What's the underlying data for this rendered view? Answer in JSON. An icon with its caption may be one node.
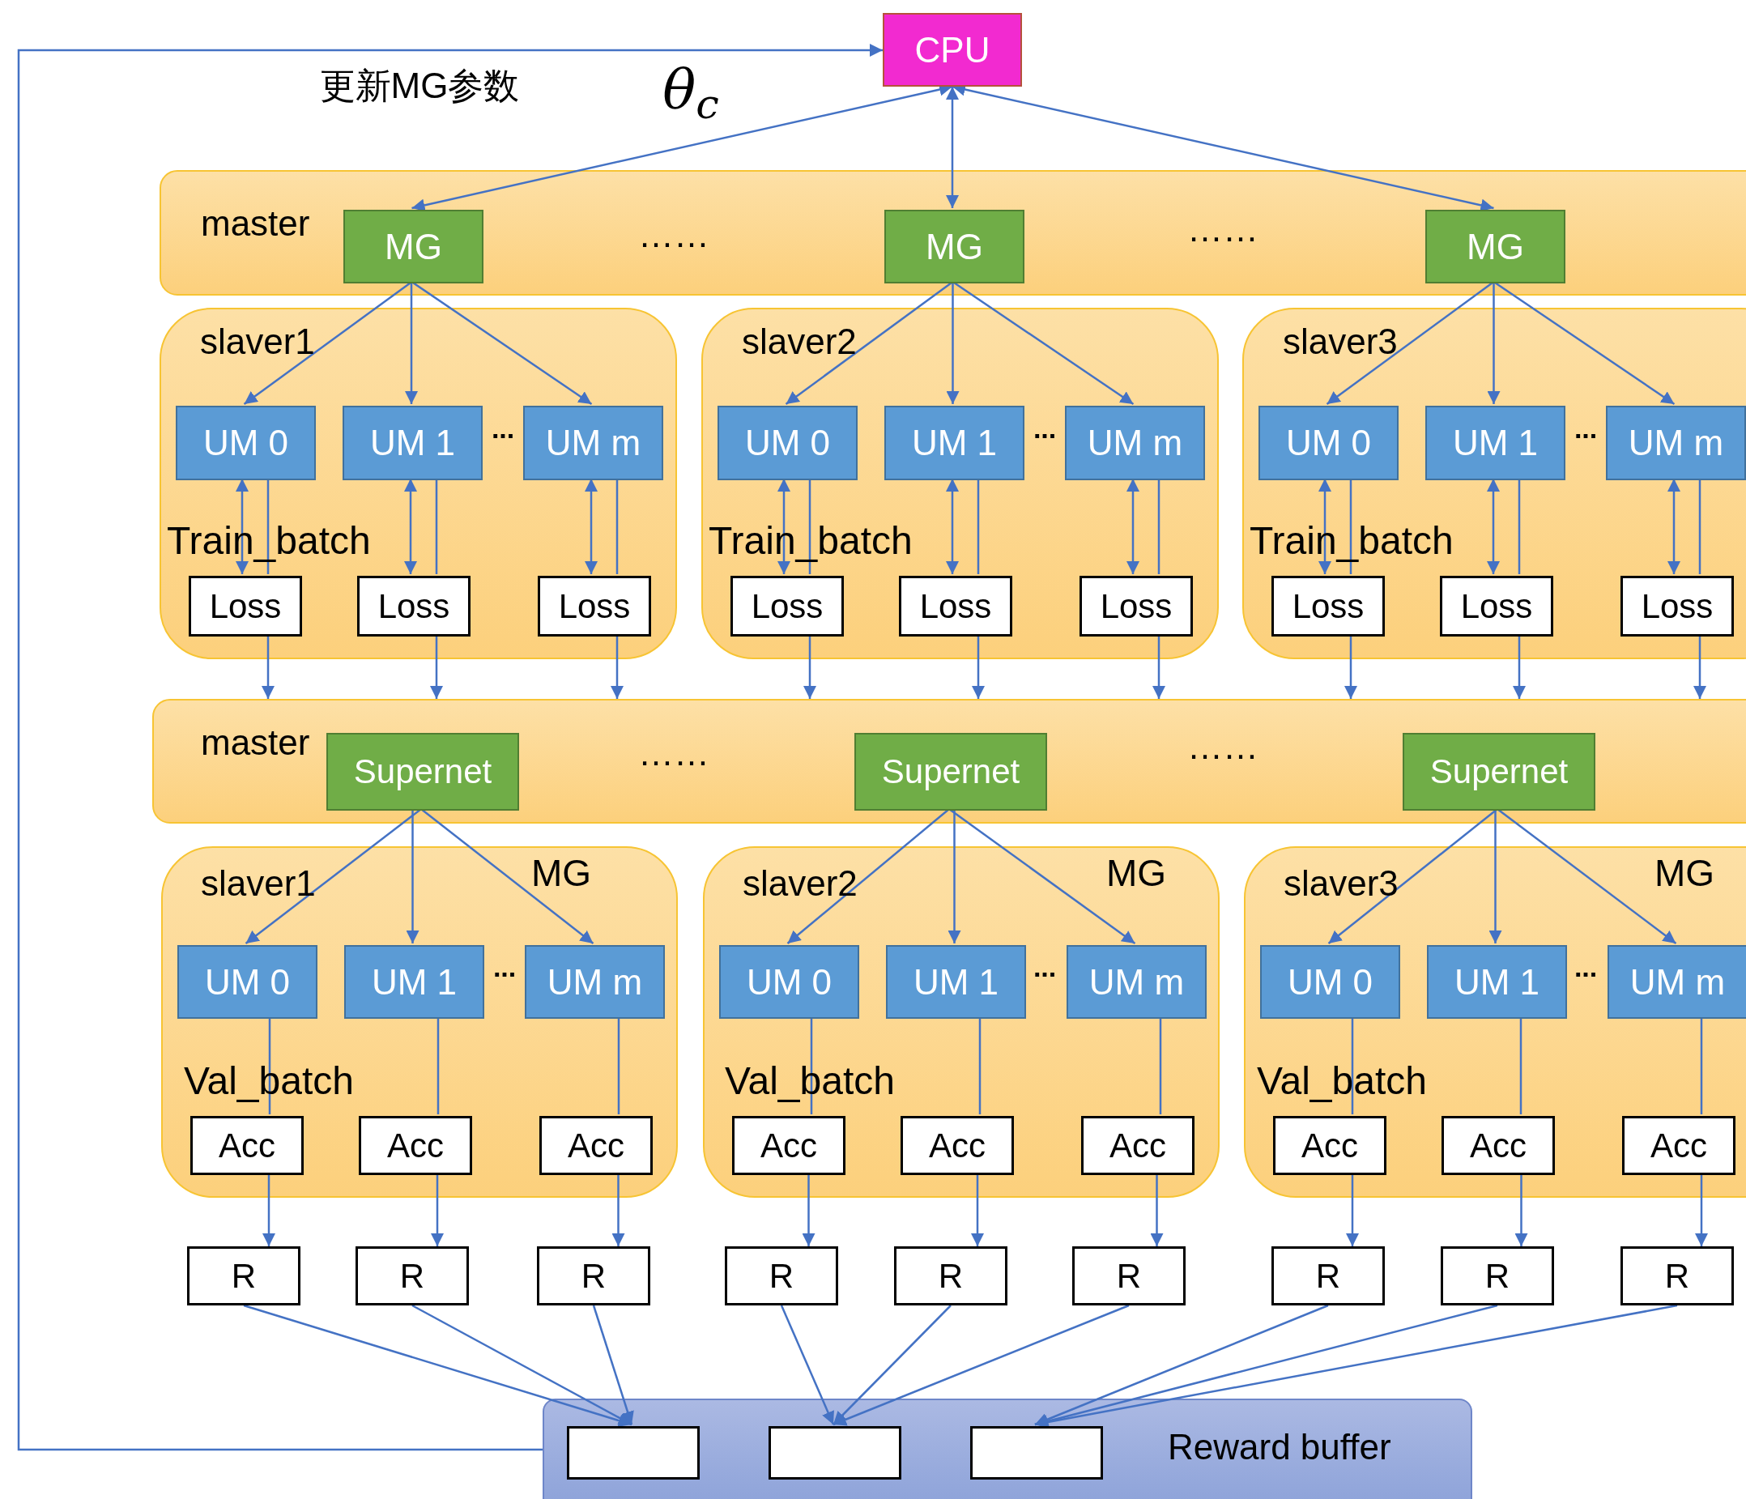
{
  "diagram": {
    "nodes": [
      {
        "text": [
          "CPU"
        ]
      },
      {
        "text": [
          "master"
        ]
      },
      {
        "text": [
          "MG"
        ],
        "in": 1
      },
      {
        "text": [
          "MG"
        ],
        "in": 1
      },
      {
        "text": [
          "MG"
        ],
        "in": 1
      },
      {
        "text": [
          "slaver1",
          "Train_batch"
        ]
      },
      {
        "text": [
          "UM 0"
        ],
        "in": 5
      },
      {
        "text": [
          "UM 1"
        ],
        "in": 5
      },
      {
        "text": [
          "UM m"
        ],
        "in": 5
      },
      {
        "text": [
          "Loss"
        ],
        "in": 5
      },
      {
        "text": [
          "Loss"
        ],
        "in": 5
      },
      {
        "text": [
          "Loss"
        ],
        "in": 5
      },
      {
        "text": [
          "slaver2",
          "Train_batch"
        ]
      },
      {
        "text": [
          "UM 0"
        ],
        "in": 12
      },
      {
        "text": [
          "UM 1"
        ],
        "in": 12
      },
      {
        "text": [
          "UM m"
        ],
        "in": 12
      },
      {
        "text": [
          "Loss"
        ],
        "in": 12
      },
      {
        "text": [
          "Loss"
        ],
        "in": 12
      },
      {
        "text": [
          "Loss"
        ],
        "in": 12
      },
      {
        "text": [
          "slaver3",
          "Train_batch"
        ]
      },
      {
        "text": [
          "UM 0"
        ],
        "in": 19
      },
      {
        "text": [
          "UM 1"
        ],
        "in": 19
      },
      {
        "text": [
          "UM m"
        ],
        "in": 19
      },
      {
        "text": [
          "Loss"
        ],
        "in": 19
      },
      {
        "text": [
          "Loss"
        ],
        "in": 19
      },
      {
        "text": [
          "Loss"
        ],
        "in": 19
      },
      {
        "text": [
          "master"
        ]
      },
      {
        "text": [
          "Supernet"
        ],
        "in": 26
      },
      {
        "text": [
          "Supernet"
        ],
        "in": 26
      },
      {
        "text": [
          "Supernet"
        ],
        "in": 26
      },
      {
        "text": [
          "slaver1",
          "MG",
          "Val_batch"
        ]
      },
      {
        "text": [
          "UM 0"
        ],
        "in": 30
      },
      {
        "text": [
          "UM 1"
        ],
        "in": 30
      },
      {
        "text": [
          "UM m"
        ],
        "in": 30
      },
      {
        "text": [
          "Acc"
        ],
        "in": 30
      },
      {
        "text": [
          "Acc"
        ],
        "in": 30
      },
      {
        "text": [
          "Acc"
        ],
        "in": 30
      },
      {
        "text": [
          "slaver2",
          "MG",
          "Val_batch"
        ]
      },
      {
        "text": [
          "UM 0"
        ],
        "in": 37
      },
      {
        "text": [
          "UM 1"
        ],
        "in": 37
      },
      {
        "text": [
          "UM m"
        ],
        "in": 37
      },
      {
        "text": [
          "Acc"
        ],
        "in": 37
      },
      {
        "text": [
          "Acc"
        ],
        "in": 37
      },
      {
        "text": [
          "Acc"
        ],
        "in": 37
      },
      {
        "text": [
          "slaver3",
          "MG",
          "Val_batch"
        ]
      },
      {
        "text": [
          "UM 0"
        ],
        "in": 44
      },
      {
        "text": [
          "UM 1"
        ],
        "in": 44
      },
      {
        "text": [
          "UM m"
        ],
        "in": 44
      },
      {
        "text": [
          "Acc"
        ],
        "in": 44
      },
      {
        "text": [
          "Acc"
        ],
        "in": 44
      },
      {
        "text": [
          "Acc"
        ],
        "in": 44
      },
      {
        "text": [
          "R"
        ]
      },
      {
        "text": [
          "R"
        ]
      },
      {
        "text": [
          "R"
        ]
      },
      {
        "text": [
          "R"
        ]
      },
      {
        "text": [
          "R"
        ]
      },
      {
        "text": [
          "R"
        ]
      },
      {
        "text": [
          "R"
        ]
      },
      {
        "text": [
          "R"
        ]
      },
      {
        "text": [
          "R"
        ]
      },
      {
        "text": [
          "Reward buffer"
        ]
      },
      {
        "text": [],
        "shape": "box",
        "in": 60
      },
      {
        "text": [],
        "shape": "box",
        "in": 60
      },
      {
        "text": [],
        "shape": "box",
        "in": 60
      }
    ],
    "edges": [
      {
        "from": 60,
        "to": 0,
        "arrow": "to"
      },
      {
        "from": 0,
        "to": 2,
        "arrow": "both"
      },
      {
        "from": 0,
        "to": 3,
        "arrow": "both"
      },
      {
        "from": 0,
        "to": 4,
        "arrow": "both"
      },
      {
        "from": 2,
        "to": 6,
        "arrow": "to"
      },
      {
        "from": 2,
        "to": 7,
        "arrow": "to"
      },
      {
        "from": 2,
        "to": 8,
        "arrow": "to"
      },
      {
        "from": 6,
        "to": 9,
        "arrow": "both"
      },
      {
        "from": 6,
        "to": 9,
        "arrow": "none"
      },
      {
        "from": 9,
        "to": 26,
        "arrow": "to"
      },
      {
        "from": 7,
        "to": 10,
        "arrow": "both"
      },
      {
        "from": 7,
        "to": 10,
        "arrow": "none"
      },
      {
        "from": 10,
        "to": 26,
        "arrow": "to"
      },
      {
        "from": 8,
        "to": 11,
        "arrow": "both"
      },
      {
        "from": 8,
        "to": 11,
        "arrow": "none"
      },
      {
        "from": 11,
        "to": 26,
        "arrow": "to"
      },
      {
        "from": 3,
        "to": 13,
        "arrow": "to"
      },
      {
        "from": 3,
        "to": 14,
        "arrow": "to"
      },
      {
        "from": 3,
        "to": 15,
        "arrow": "to"
      },
      {
        "from": 13,
        "to": 16,
        "arrow": "both"
      },
      {
        "from": 13,
        "to": 16,
        "arrow": "none"
      },
      {
        "from": 16,
        "to": 26,
        "arrow": "to"
      },
      {
        "from": 14,
        "to": 17,
        "arrow": "both"
      },
      {
        "from": 14,
        "to": 17,
        "arrow": "none"
      },
      {
        "from": 17,
        "to": 26,
        "arrow": "to"
      },
      {
        "from": 15,
        "to": 18,
        "arrow": "both"
      },
      {
        "from": 15,
        "to": 18,
        "arrow": "none"
      },
      {
        "from": 18,
        "to": 26,
        "arrow": "to"
      },
      {
        "from": 4,
        "to": 20,
        "arrow": "to"
      },
      {
        "from": 4,
        "to": 21,
        "arrow": "to"
      },
      {
        "from": 4,
        "to": 22,
        "arrow": "to"
      },
      {
        "from": 20,
        "to": 23,
        "arrow": "both"
      },
      {
        "from": 20,
        "to": 23,
        "arrow": "none"
      },
      {
        "from": 23,
        "to": 26,
        "arrow": "to"
      },
      {
        "from": 21,
        "to": 24,
        "arrow": "both"
      },
      {
        "from": 21,
        "to": 24,
        "arrow": "none"
      },
      {
        "from": 24,
        "to": 26,
        "arrow": "to"
      },
      {
        "from": 22,
        "to": 25,
        "arrow": "both"
      },
      {
        "from": 22,
        "to": 25,
        "arrow": "none"
      },
      {
        "from": 25,
        "to": 26,
        "arrow": "to"
      },
      {
        "from": 27,
        "to": 31,
        "arrow": "to"
      },
      {
        "from": 27,
        "to": 32,
        "arrow": "to"
      },
      {
        "from": 27,
        "to": 33,
        "arrow": "to"
      },
      {
        "from": 31,
        "to": 34,
        "arrow": "none"
      },
      {
        "from": 34,
        "to": 51,
        "arrow": "to"
      },
      {
        "from": 32,
        "to": 35,
        "arrow": "none"
      },
      {
        "from": 35,
        "to": 52,
        "arrow": "to"
      },
      {
        "from": 33,
        "to": 36,
        "arrow": "none"
      },
      {
        "from": 36,
        "to": 53,
        "arrow": "to"
      },
      {
        "from": 28,
        "to": 38,
        "arrow": "to"
      },
      {
        "from": 28,
        "to": 39,
        "arrow": "to"
      },
      {
        "from": 28,
        "to": 40,
        "arrow": "to"
      },
      {
        "from": 38,
        "to": 41,
        "arrow": "none"
      },
      {
        "from": 41,
        "to": 54,
        "arrow": "to"
      },
      {
        "from": 39,
        "to": 42,
        "arrow": "none"
      },
      {
        "from": 42,
        "to": 55,
        "arrow": "to"
      },
      {
        "from": 40,
        "to": 43,
        "arrow": "none"
      },
      {
        "from": 43,
        "to": 56,
        "arrow": "to"
      },
      {
        "from": 29,
        "to": 45,
        "arrow": "to"
      },
      {
        "from": 29,
        "to": 46,
        "arrow": "to"
      },
      {
        "from": 29,
        "to": 47,
        "arrow": "to"
      },
      {
        "from": 45,
        "to": 48,
        "arrow": "none"
      },
      {
        "from": 48,
        "to": 57,
        "arrow": "to"
      },
      {
        "from": 46,
        "to": 49,
        "arrow": "none"
      },
      {
        "from": 49,
        "to": 58,
        "arrow": "to"
      },
      {
        "from": 47,
        "to": 50,
        "arrow": "none"
      },
      {
        "from": 50,
        "to": 59,
        "arrow": "to"
      },
      {
        "from": 51,
        "to": 61,
        "arrow": "to"
      },
      {
        "from": 52,
        "to": 61,
        "arrow": "to"
      },
      {
        "from": 53,
        "to": 61,
        "arrow": "to"
      },
      {
        "from": 54,
        "to": 62,
        "arrow": "to"
      },
      {
        "from": 55,
        "to": 62,
        "arrow": "to"
      },
      {
        "from": 56,
        "to": 62,
        "arrow": "to"
      },
      {
        "from": 57,
        "to": 63,
        "arrow": "to"
      },
      {
        "from": 58,
        "to": 63,
        "arrow": "to"
      },
      {
        "from": 59,
        "to": 63,
        "arrow": "to"
      }
    ],
    "labels": [
      "更新MG参数",
      "θ$_{c}$",
      "……",
      "……",
      "···",
      "···",
      "···",
      "……",
      "……",
      "···",
      "···",
      "···"
    ]
  }
}
